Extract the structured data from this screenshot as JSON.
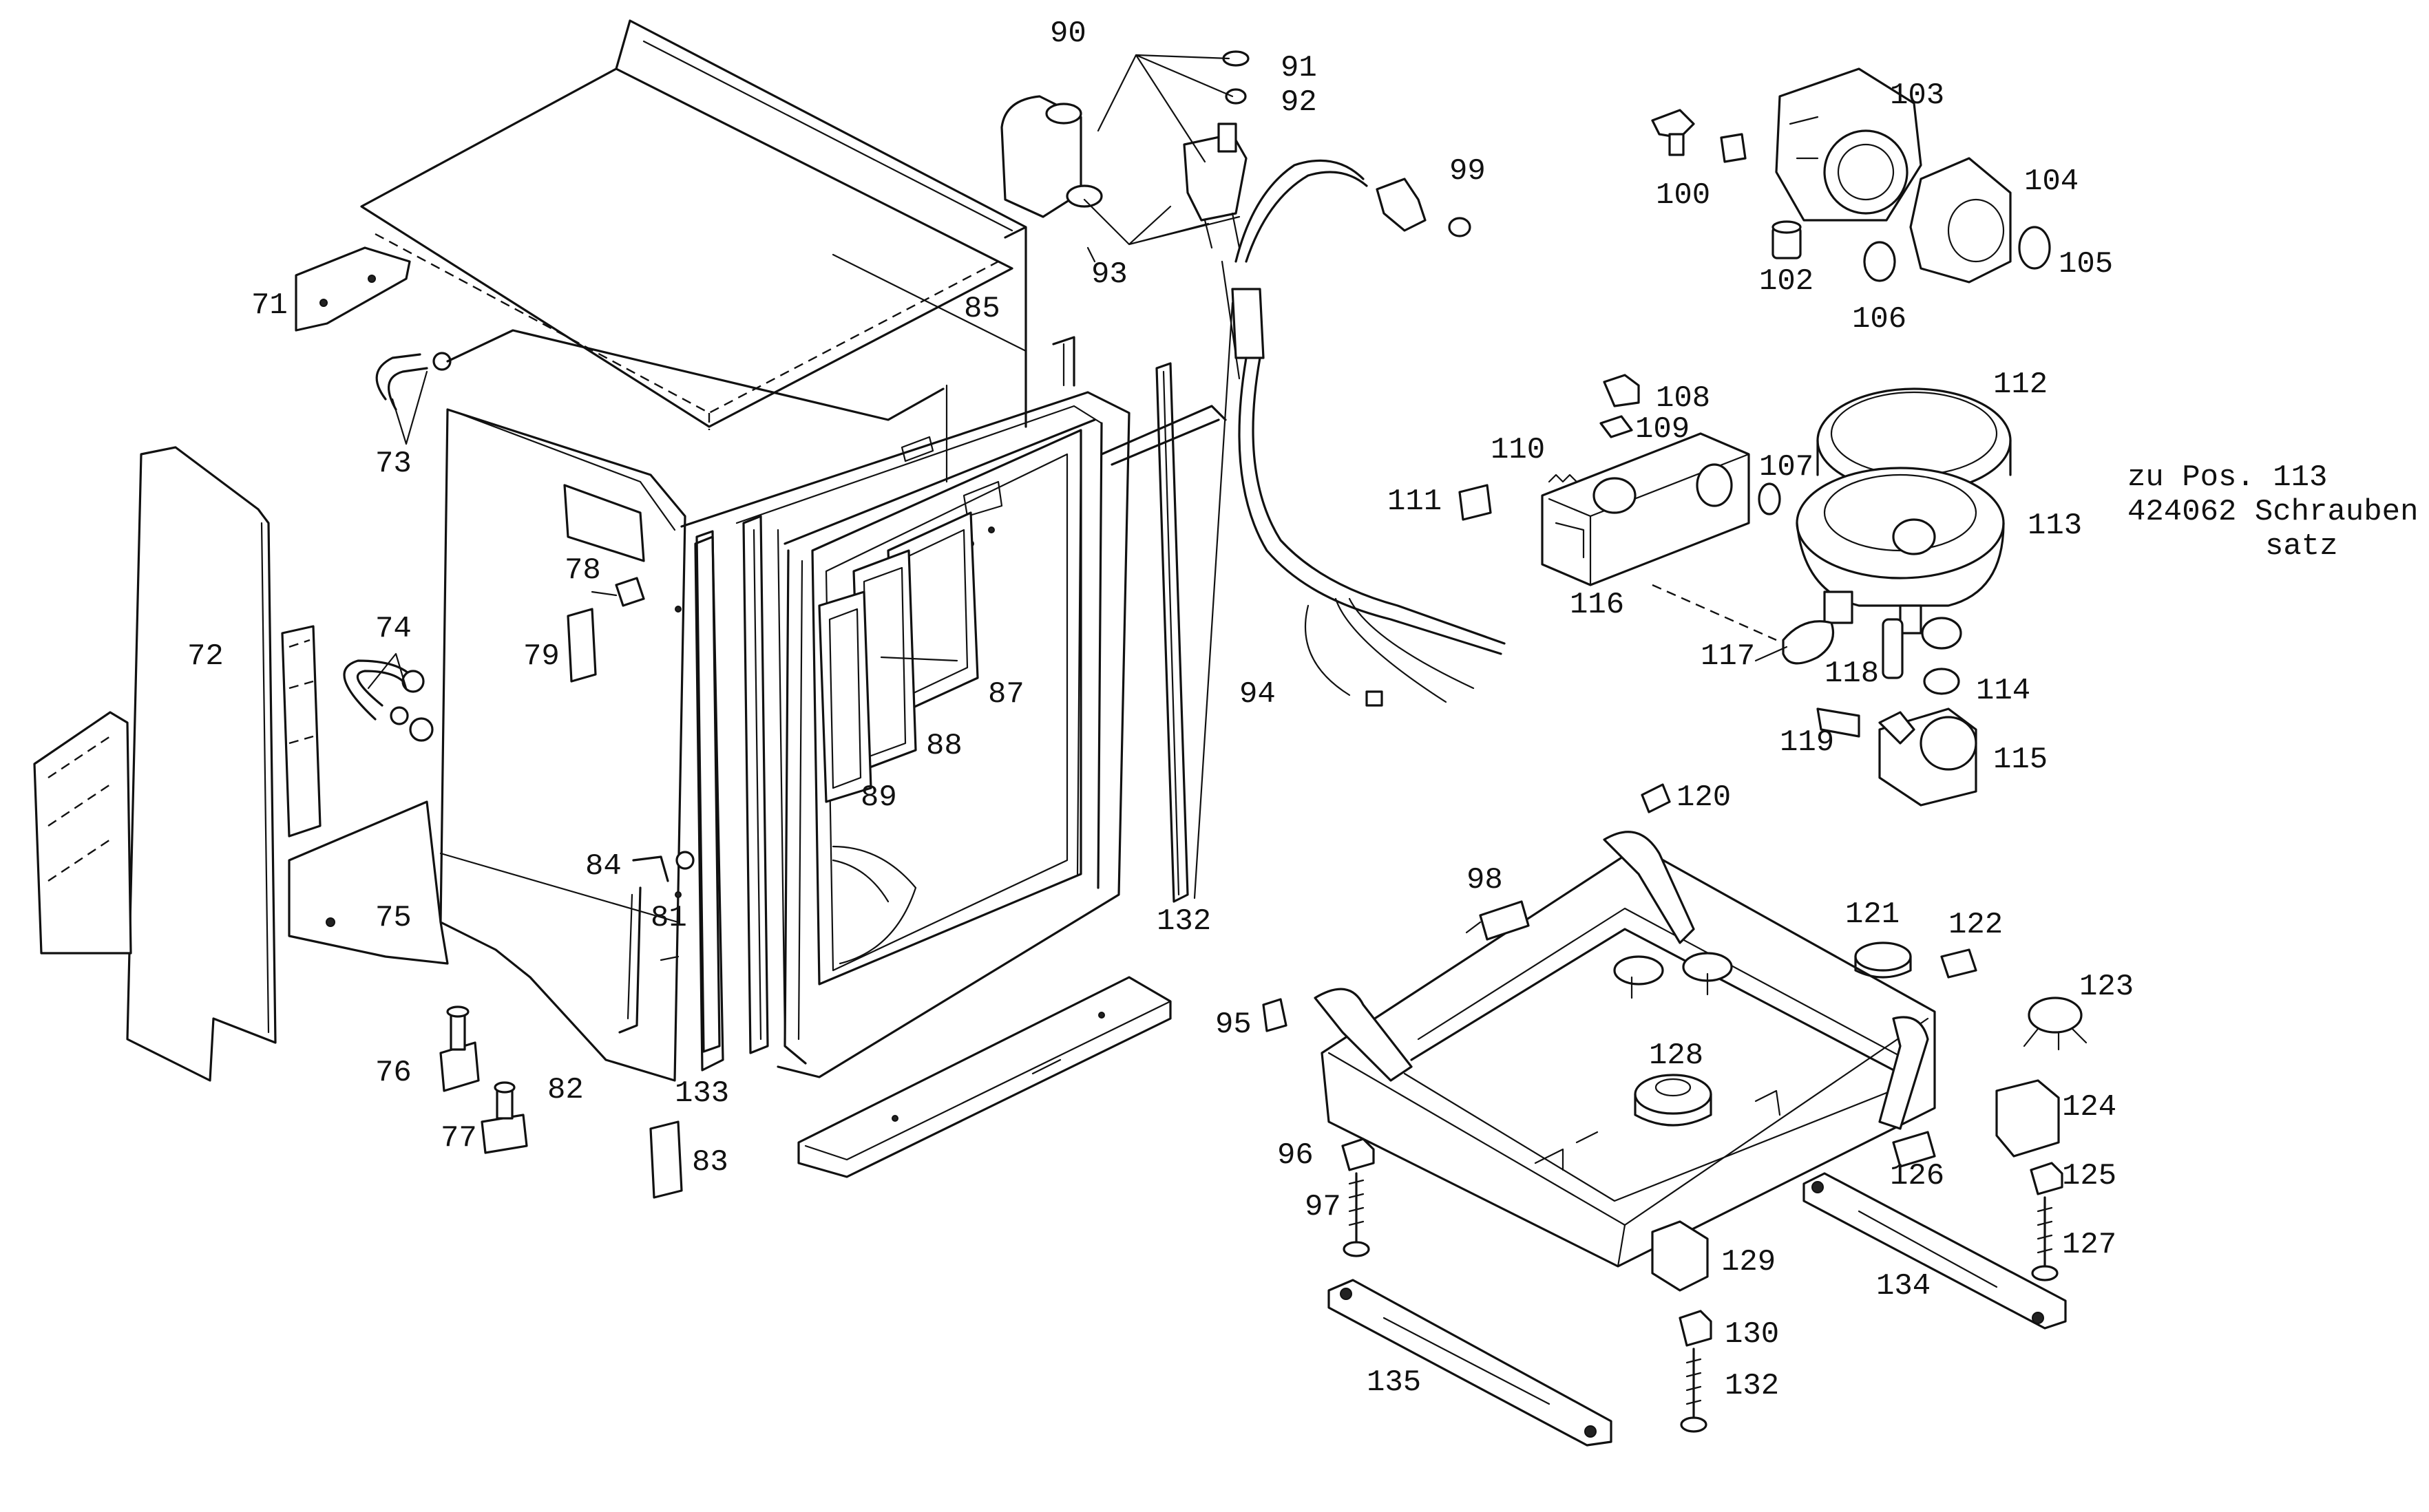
{
  "labels": {
    "l71": "71",
    "l72": "72",
    "l73": "73",
    "l74": "74",
    "l75": "75",
    "l76": "76",
    "l77": "77",
    "l78": "78",
    "l79": "79",
    "l81": "81",
    "l82": "82",
    "l83": "83",
    "l84": "84",
    "l85": "85",
    "l87": "87",
    "l88": "88",
    "l89": "89",
    "l90": "90",
    "l91": "91",
    "l92": "92",
    "l93": "93",
    "l94": "94",
    "l95": "95",
    "l96": "96",
    "l97": "97",
    "l98": "98",
    "l99": "99",
    "l100": "100",
    "l102": "102",
    "l103": "103",
    "l104": "104",
    "l105": "105",
    "l106": "106",
    "l107": "107",
    "l108": "108",
    "l109": "109",
    "l110": "110",
    "l111": "111",
    "l112": "112",
    "l113": "113",
    "l114": "114",
    "l115": "115",
    "l116": "116",
    "l117": "117",
    "l118": "118",
    "l119": "119",
    "l120": "120",
    "l121": "121",
    "l122": "122",
    "l123": "123",
    "l124": "124",
    "l125": "125",
    "l126": "126",
    "l127": "127",
    "l128": "128",
    "l129": "129",
    "l130": "130",
    "l132a": "132",
    "l132b": "132",
    "l133": "133",
    "l134": "134",
    "l135": "135"
  },
  "note": {
    "line1": "zu Pos. 113",
    "line2": "424062 Schrauben",
    "line3": "satz"
  }
}
